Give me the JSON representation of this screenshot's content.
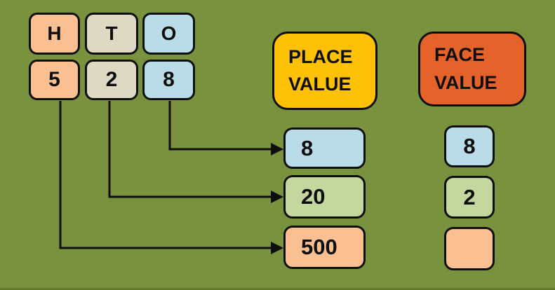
{
  "canvas": {
    "background": "#79923E",
    "line_color": "#0e0e0e",
    "text_color": "#0e0e0e"
  },
  "digit_columns": [
    {
      "letter": "H",
      "digit": "5",
      "bg": "#FBC091"
    },
    {
      "letter": "T",
      "digit": "2",
      "bg": "#DDD9C3"
    },
    {
      "letter": "O",
      "digit": "8",
      "bg": "#B9DCE8"
    }
  ],
  "headers": {
    "place_value": {
      "line1": "PLACE",
      "line2": "VALUE",
      "bg": "#FEC106"
    },
    "face_value": {
      "line1": "FACE",
      "line2": "VALUE",
      "bg": "#E6622B"
    }
  },
  "place_value_boxes": [
    {
      "value": "8",
      "bg": "#B9DCE8"
    },
    {
      "value": "20",
      "bg": "#C4D79E"
    },
    {
      "value": "500",
      "bg": "#FBC091"
    }
  ],
  "face_value_boxes": [
    {
      "value": "8",
      "bg": "#B9DCE8"
    },
    {
      "value": "2",
      "bg": "#C4D79E"
    },
    {
      "value": "",
      "bg": "#FBC091"
    }
  ]
}
